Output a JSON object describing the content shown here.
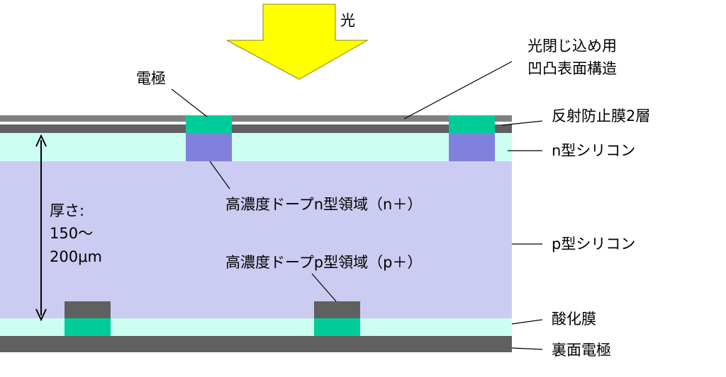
{
  "labels": {
    "light": "光",
    "texture_line1": "光閉じ込め用",
    "texture_line2": "凹凸表面構造",
    "electrode": "電極",
    "ar_coating": "反射防止膜2層",
    "n_silicon": "n型シリコン",
    "p_silicon": "p型シリコン",
    "n_plus": "高濃度ドープn型領域（n＋）",
    "p_plus": "高濃度ドープp型領域（p＋）",
    "oxide": "酸化膜",
    "back_electrode": "裏面電極",
    "thickness_line1": "厚さ:",
    "thickness_line2": "150〜",
    "thickness_line3": "200μm"
  },
  "colors": {
    "arrow": "#ffff00",
    "arrow_stroke": "#8a8a00",
    "electrode": "#00cc99",
    "dark_layer": "#606060",
    "ar_gray": "#808080",
    "n_silicon": "#ccfff2",
    "p_silicon": "#ccccf2",
    "n_plus": "#8080dd",
    "p_plus": "#606060"
  }
}
